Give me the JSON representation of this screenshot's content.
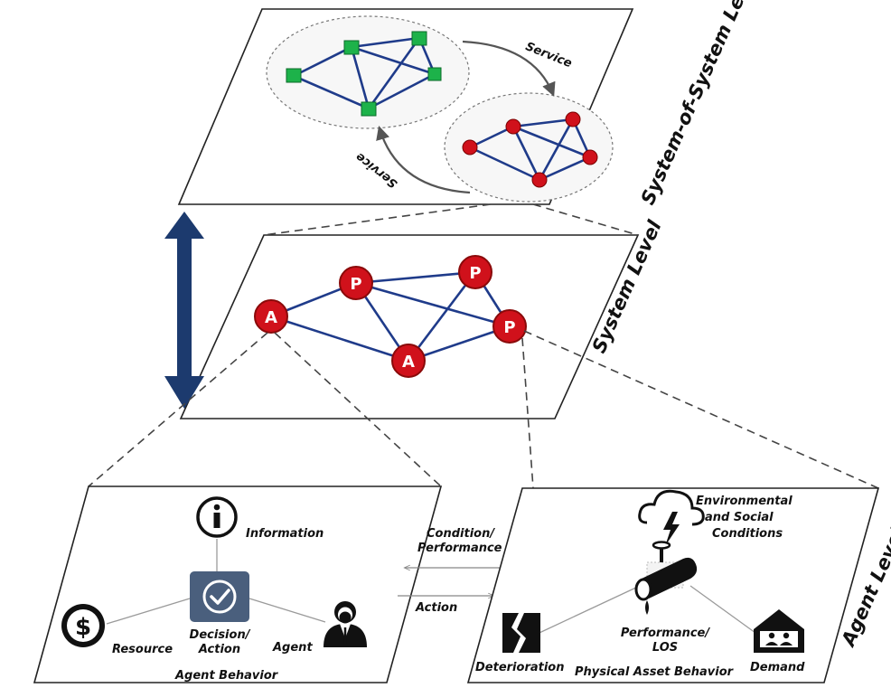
{
  "levels": {
    "sos": "System-of-System Level",
    "system": "System Level",
    "agent": "Agent Level"
  },
  "sos_plane": {
    "service_top": "Service",
    "service_bottom": "Service"
  },
  "system_plane": {
    "nodes": [
      "A",
      "P",
      "P",
      "P",
      "A"
    ]
  },
  "agent_behavior": {
    "title": "Agent Behavior",
    "information": "Information",
    "decision_line1": "Decision/",
    "decision_line2": "Action",
    "resource": "Resource",
    "agent": "Agent"
  },
  "between": {
    "condition_line1": "Condition/",
    "condition_line2": "Performance",
    "action": "Action"
  },
  "physical_asset": {
    "title": "Physical Asset Behavior",
    "env_line1": "Environmental",
    "env_line2": "and Social",
    "env_line3": "Conditions",
    "perf_line1": "Performance/",
    "perf_line2": "LOS",
    "deterioration": "Deterioration",
    "demand": "Demand"
  },
  "colors": {
    "edge": "#1f3b8a",
    "node_red": "#d0111b",
    "node_green": "#1db24a",
    "arrow_navy": "#1c3a6e",
    "decision_box": "#4a5f7d"
  },
  "icons": [
    "information-icon",
    "decision-check-icon",
    "dollar-icon",
    "agent-person-icon",
    "storm-cloud-icon",
    "pipe-valve-icon",
    "deterioration-icon",
    "demand-house-icon",
    "double-arrow-icon"
  ]
}
